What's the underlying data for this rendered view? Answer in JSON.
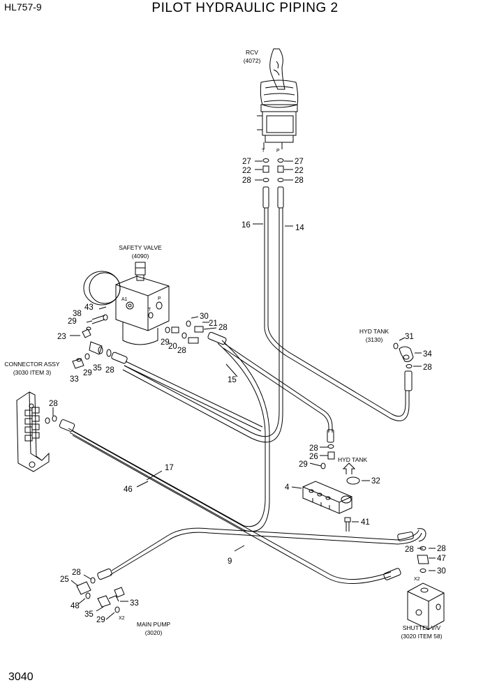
{
  "header": {
    "model": "HL757-9",
    "title": "PILOT HYDRAULIC PIPING 2"
  },
  "footer": {
    "page_number": "3040"
  },
  "components": {
    "rcv": {
      "name": "RCV",
      "code": "(4072)",
      "port_t": "T",
      "port_p": "P"
    },
    "safety_valve": {
      "name": "SAFETY VALVE",
      "code": "(4090)",
      "port_a1": "A1",
      "port_t": "T",
      "port_p": "P"
    },
    "connector_assy": {
      "name": "CONNECTOR ASSY",
      "code": "(3030 ITEM 3)"
    },
    "hyd_tank_top": {
      "name": "HYD TANK",
      "code": "(3130)"
    },
    "hyd_tank_arrow": {
      "name": "HYD TANK"
    },
    "main_pump": {
      "name": "MAIN PUMP",
      "code": "(3020)",
      "port": "X2"
    },
    "shuttle_valve": {
      "name": "SHUTTEL V/V",
      "code": "(3020 ITEM 58)",
      "port": "X2"
    }
  },
  "callouts": {
    "rcv_27l": "27",
    "rcv_22l": "22",
    "rcv_28l": "28",
    "rcv_27r": "27",
    "rcv_22r": "22",
    "rcv_28r": "28",
    "hose16": "16",
    "hose14": "14",
    "sv_38": "38",
    "sv_43": "43",
    "sv_29a": "29",
    "sv_23": "23",
    "sv_30": "30",
    "sv_21": "21",
    "sv_28a": "28",
    "sv_29b": "29",
    "sv_20": "20",
    "sv_28b": "28",
    "ca_33": "33",
    "ca_29": "29",
    "ca_35": "35",
    "ca_28": "28",
    "hose15": "15",
    "ht_31": "31",
    "ht_34": "34",
    "ht_28": "28",
    "conn_28": "28",
    "bl_28": "28",
    "bl_26": "26",
    "bl_29": "29",
    "bl_32": "32",
    "bl_4": "4",
    "bl_41": "41",
    "hose17": "17",
    "hose46": "46",
    "hose9": "9",
    "sh_28a": "28",
    "sh_28b": "28",
    "sh_47": "47",
    "sh_30": "30",
    "mp_28": "28",
    "mp_25": "25",
    "mp_48": "48",
    "mp_33": "33",
    "mp_35": "35",
    "mp_29": "29"
  }
}
